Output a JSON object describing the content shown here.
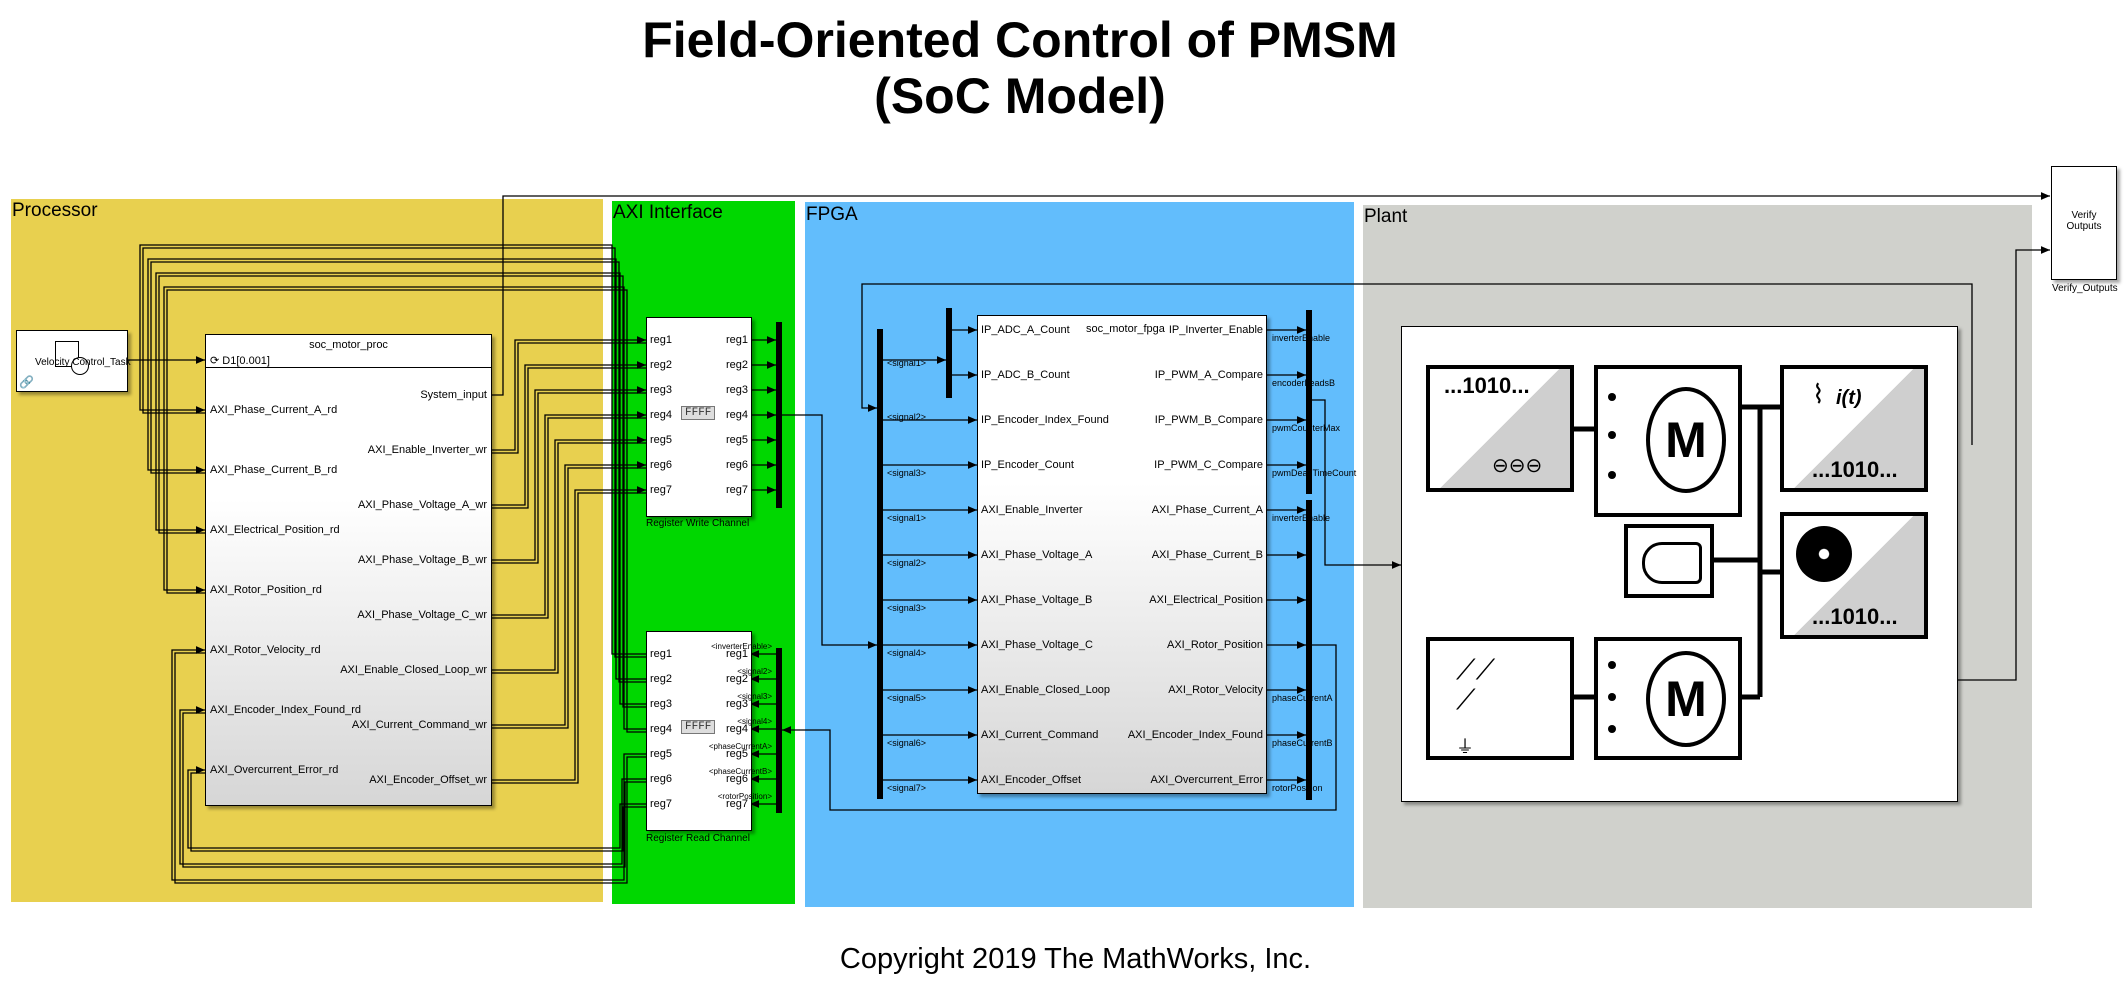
{
  "title": {
    "line1": "Field-Oriented Control of PMSM",
    "line2": "(SoC Model)"
  },
  "copyright": "Copyright 2019 The MathWorks, Inc.",
  "colors": {
    "processor": "#e8d04f",
    "axi": "#00d700",
    "fpga": "#62bdfc",
    "plant": "#d0d1cc"
  },
  "areas": {
    "processor": "Processor",
    "axi": "AXI Interface",
    "fpga": "FPGA",
    "plant": "Plant"
  },
  "task_block": {
    "label": "Velocity Control_Task"
  },
  "motor_proc": {
    "title": "soc_motor_proc",
    "trigger": "D1[0.001]",
    "inputs": [
      "AXI_Phase_Current_A_rd",
      "AXI_Phase_Current_B_rd",
      "AXI_Electrical_Position_rd",
      "AXI_Rotor_Position_rd",
      "AXI_Rotor_Velocity_rd",
      "AXI_Encoder_Index_Found_rd",
      "AXI_Overcurrent_Error_rd"
    ],
    "outputs": [
      "System_input",
      "AXI_Enable_Inverter_wr",
      "AXI_Phase_Voltage_A_wr",
      "AXI_Phase_Voltage_B_wr",
      "AXI_Phase_Voltage_C_wr",
      "AXI_Enable_Closed_Loop_wr",
      "AXI_Current_Command_wr",
      "AXI_Encoder_Offset_wr"
    ]
  },
  "write_channel": {
    "label": "Register Write Channel",
    "regs": [
      "reg1",
      "reg2",
      "reg3",
      "reg4",
      "reg5",
      "reg6",
      "reg7"
    ],
    "ffff": "FFFF"
  },
  "read_channel": {
    "label": "Register Read Channel",
    "regs": [
      "reg1",
      "reg2",
      "reg3",
      "reg4",
      "reg5",
      "reg6",
      "reg7"
    ],
    "ffff": "FFFF",
    "signals": [
      "<inverterEnable>",
      "<signal2>",
      "<signal3>",
      "<signal4>",
      "<phaseCurrentA>",
      "<phaseCurrentB>",
      "<rotorPosition>"
    ]
  },
  "motor_fpga": {
    "title": "soc_motor_fpga",
    "inputs": [
      "IP_ADC_A_Count",
      "IP_ADC_B_Count",
      "IP_Encoder_Index_Found",
      "IP_Encoder_Count",
      "AXI_Enable_Inverter",
      "AXI_Phase_Voltage_A",
      "AXI_Phase_Voltage_B",
      "AXI_Phase_Voltage_C",
      "AXI_Enable_Closed_Loop",
      "AXI_Current_Command",
      "AXI_Encoder_Offset"
    ],
    "outputs": [
      "IP_Inverter_Enable",
      "IP_PWM_A_Compare",
      "IP_PWM_B_Compare",
      "IP_PWM_C_Compare",
      "AXI_Phase_Current_A",
      "AXI_Phase_Current_B",
      "AXI_Electrical_Position",
      "AXI_Rotor_Position",
      "AXI_Rotor_Velocity",
      "AXI_Encoder_Index_Found",
      "AXI_Overcurrent_Error"
    ]
  },
  "fpga_left_signals": [
    "<signal1>",
    "<signal2>",
    "<signal3>",
    "<signal1>",
    "<signal2>",
    "<signal3>",
    "<signal4>",
    "<signal5>",
    "<signal6>",
    "<signal7>"
  ],
  "fpga_right_signals": [
    "inverterEnable",
    "encoderLeadsB",
    "pwmCounterMax",
    "pwmDeadTimeCount",
    "inverterEnable",
    "phaseCurrentA",
    "phaseCurrentB",
    "rotorPosition"
  ],
  "verify": {
    "block": "Verify Outputs",
    "label": "Verify_Outputs"
  },
  "plant_blocks": {
    "bin1": "...1010...",
    "bin2": "...1010...",
    "bin3": "...1010...",
    "motor1": "M",
    "motor2": "M",
    "it": "i(t)"
  }
}
